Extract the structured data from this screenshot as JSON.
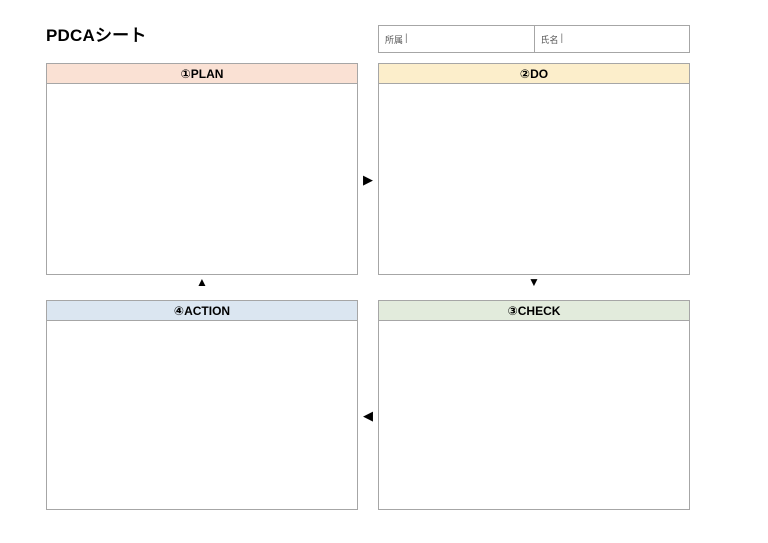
{
  "document": {
    "title": "PDCAシート"
  },
  "identity": {
    "affiliation": {
      "label": "所属",
      "caret": "|",
      "value": ""
    },
    "name": {
      "label": "氏名",
      "caret": "|",
      "value": ""
    }
  },
  "panels": [
    {
      "key": "plan",
      "header": "①PLAN",
      "number": "①",
      "name": "PLAN",
      "header_color": "#FAE1D4",
      "body_text": ""
    },
    {
      "key": "do",
      "header": "②DO",
      "number": "②",
      "name": "DO",
      "header_color": "#FCEECB",
      "body_text": ""
    },
    {
      "key": "check",
      "header": "③CHECK",
      "number": "③",
      "name": "CHECK",
      "header_color": "#E2EBDC",
      "body_text": ""
    },
    {
      "key": "action",
      "header": "④ACTION",
      "number": "④",
      "name": "ACTION",
      "header_color": "#DBE6F1",
      "body_text": ""
    }
  ],
  "arrows": {
    "plan_to_do": "▶",
    "do_to_check": "▼",
    "check_to_action": "◀",
    "action_to_plan": "▲"
  },
  "colors": {
    "border": "#a6a6a6",
    "page_background": "#ffffff",
    "text": "#000000",
    "field_label": "#555555"
  }
}
